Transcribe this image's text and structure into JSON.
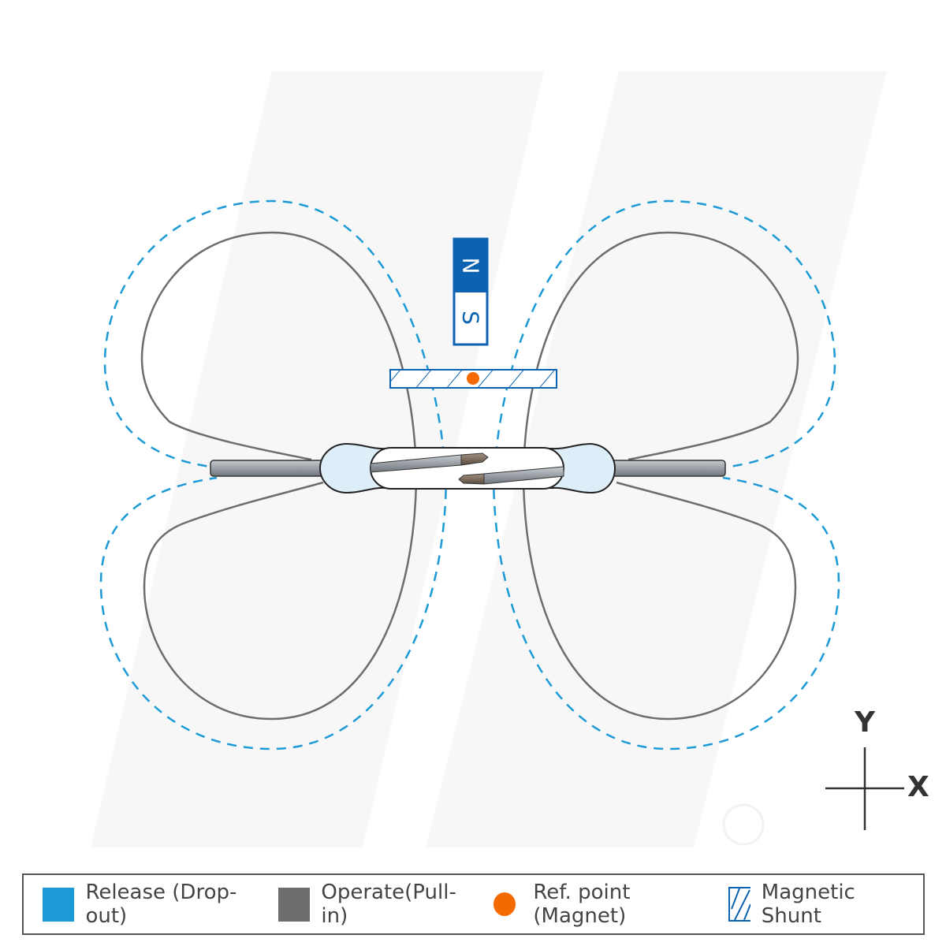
{
  "magnet": {
    "north": "N",
    "south": "S"
  },
  "axes": {
    "y_label": "Y",
    "x_label": "X"
  },
  "legend": [
    {
      "label": "Release (Drop-out)",
      "color": "#1c9ad6"
    },
    {
      "label": "Operate(Pull-in)",
      "color": "#6d6d70"
    },
    {
      "label": "Ref. point (Magnet)",
      "color": "#f36b00"
    },
    {
      "label": "Magnetic Shunt",
      "color": "#0b63b1"
    }
  ],
  "watermark": "®"
}
